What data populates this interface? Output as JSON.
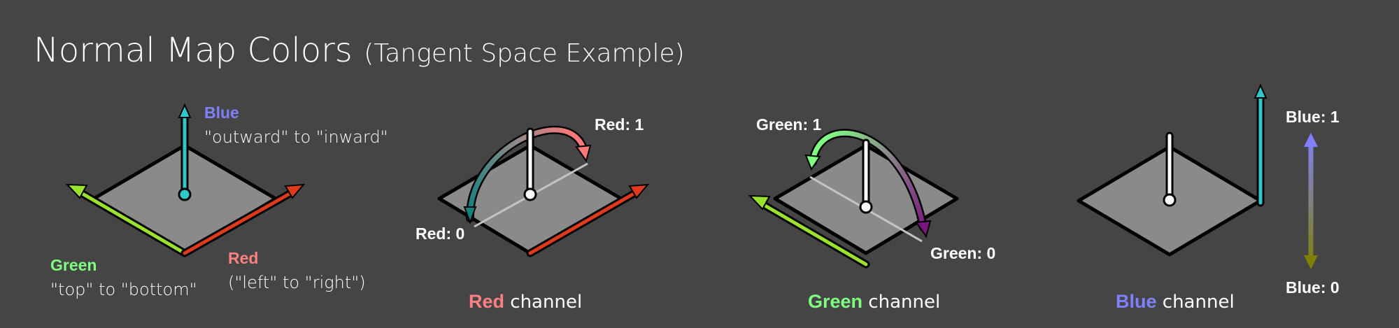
{
  "title": {
    "main": "Normal Map Colors",
    "sub": "(Tangent Space Example)"
  },
  "colors": {
    "background": "#454545",
    "plane_fill": "#8a8a8a",
    "red": "#e03a1e",
    "green": "#9be22e",
    "blue_axis": "#2ec8c8",
    "red_label": "#ff8080",
    "green_label": "#80ff80",
    "blue_label": "#8080ff"
  },
  "overview": {
    "blue_label": "Blue",
    "blue_desc": "\"outward\" to \"inward\"",
    "green_label": "Green",
    "green_desc": "\"top\" to \"bottom\"",
    "red_label": "Red",
    "red_desc": "(\"left\" to \"right\")"
  },
  "red_panel": {
    "label_high": "Red: 1",
    "label_low": "Red: 0",
    "caption_color": "Red",
    "caption_rest": " channel"
  },
  "green_panel": {
    "label_high": "Green: 1",
    "label_low": "Green: 0",
    "caption_color": "Green",
    "caption_rest": " channel"
  },
  "blue_panel": {
    "label_high": "Blue: 1",
    "label_low": "Blue: 0",
    "caption_color": "Blue",
    "caption_rest": " channel"
  }
}
